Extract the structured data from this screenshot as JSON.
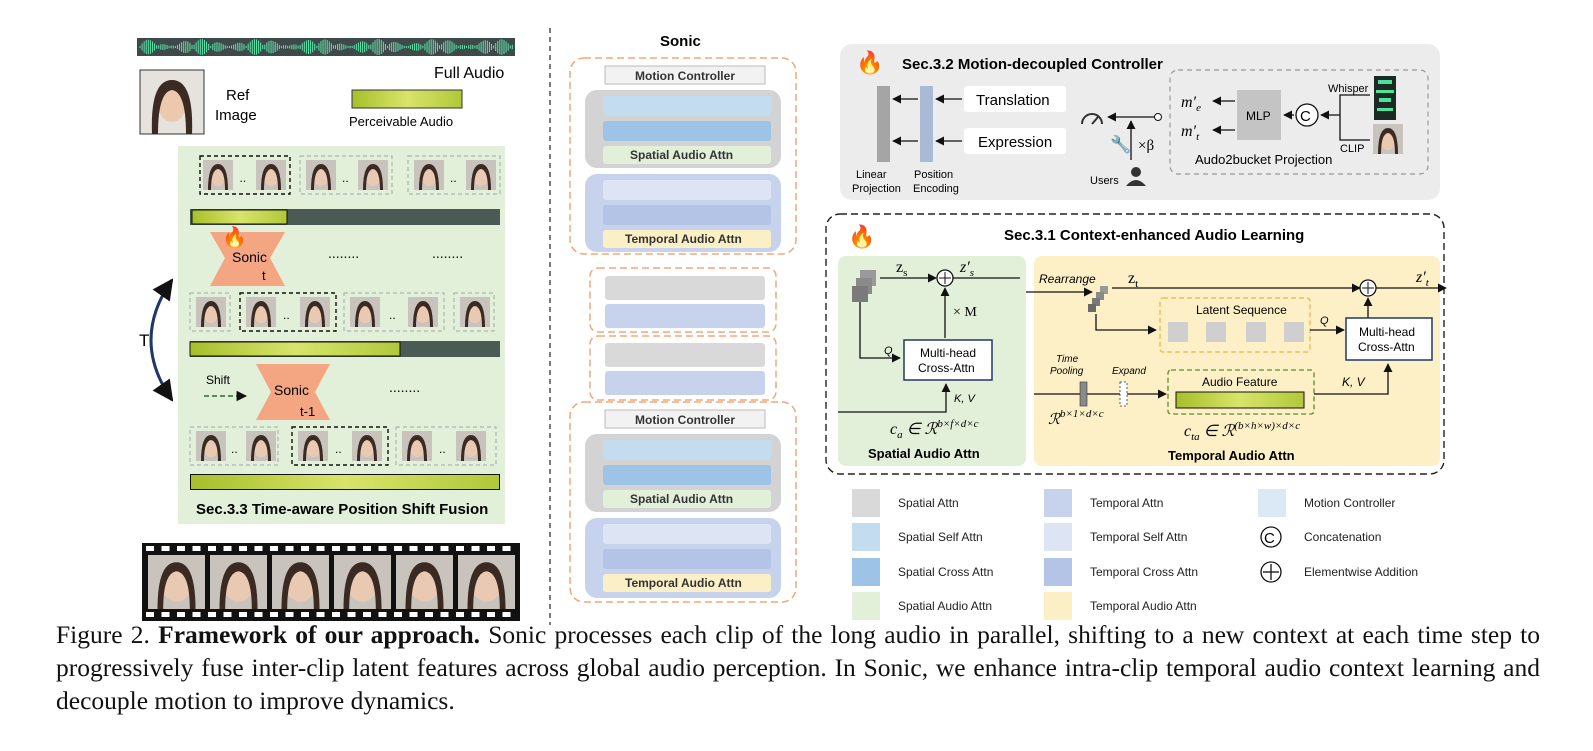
{
  "figure": {
    "left_panel": {
      "full_audio": "Full Audio",
      "ref_image_line1": "Ref",
      "ref_image_line2": "Image",
      "perceivable_audio": "Perceivable Audio",
      "sonic_t_name": "Sonic",
      "sonic_t_step": "t",
      "sonic_t1_name": "Sonic",
      "sonic_t1_step": "t-1",
      "dots": "........",
      "pair_dots": "..",
      "loop_label": "T",
      "shift_label": "Shift",
      "section_title": "Sec.3.3 Time-aware Position Shift Fusion"
    },
    "middle_panel": {
      "title": "Sonic",
      "motion_controller_1": "Motion Controller",
      "spatial_audio_attn_1": "Spatial Audio Attn",
      "temporal_audio_attn_1": "Temporal Audio Attn",
      "motion_controller_2": "Motion Controller",
      "spatial_audio_attn_2": "Spatial Audio Attn",
      "temporal_audio_attn_2": "Temporal Audio Attn"
    },
    "motion_section": {
      "title": "Sec.3.2 Motion-decoupled Controller",
      "translation": "Translation",
      "expression": "Expression",
      "linear_line1": "Linear",
      "linear_line2": "Projection",
      "position_line1": "Position",
      "position_line2": "Encoding",
      "users": "Users",
      "beta": "×β",
      "me": "m′",
      "me_sub": "e",
      "mt": "m′",
      "mt_sub": "t",
      "mlp": "MLP",
      "concat_symbol": "C",
      "whisper": "Whisper",
      "clip": "CLIP",
      "projection_label": "Audo2bucket Projection"
    },
    "context_section": {
      "title": "Sec.3.1 Context-enhanced Audio Learning",
      "zs": "z",
      "zs_sub": "s",
      "zs_prime": "z′",
      "zs_prime_sub": "s",
      "times_m": "× M",
      "q1": "Q",
      "kv1": "K, V",
      "mhca1_line1": "Multi-head",
      "mhca1_line2": "Cross-Attn",
      "ca_main": "c",
      "ca_sub": "a",
      "ca_rest": " ∈ ℛ",
      "ca_sup": "b×f×d×c",
      "spatial_title": "Spatial Audio Attn",
      "rearrange": "Rearrange",
      "zt": "z",
      "zt_sub": "t",
      "zt_prime": "z′",
      "zt_prime_sub": "t",
      "latent_sequence": "Latent Sequence",
      "q2": "Q",
      "mhca2_line1": "Multi-head",
      "mhca2_line2": "Cross-Attn",
      "time_pooling_line1": "Time",
      "time_pooling_line2": "Pooling",
      "expand": "Expand",
      "pool_shape_main": "ℛ",
      "pool_shape_sup": "b×1×d×c",
      "audio_feature": "Audio Feature",
      "kv2": "K, V",
      "cta_main": "c",
      "cta_sub": "ta",
      "cta_rest": " ∈ ℛ",
      "cta_sup": "(b×h×w)×d×c",
      "temporal_title": "Temporal Audio Attn"
    },
    "legend": [
      {
        "label": "Spatial Attn",
        "color": "#d9d9d9"
      },
      {
        "label": "Spatial Self Attn",
        "color": "#c3dcf0"
      },
      {
        "label": "Spatial Cross Attn",
        "color": "#9dc3e6"
      },
      {
        "label": "Spatial Audio Attn",
        "color": "#e2efd9"
      },
      {
        "label": "Temporal Attn",
        "color": "#c7d3ec"
      },
      {
        "label": "Temporal Self Attn",
        "color": "#dde4f4"
      },
      {
        "label": "Temporal Cross Attn",
        "color": "#b4c4e6"
      },
      {
        "label": "Temporal Audio Attn",
        "color": "#fbefc6"
      },
      {
        "label": "Motion Controller",
        "color": "#dbe9f6"
      },
      {
        "label": "Concatenation",
        "symbol": "C"
      },
      {
        "label": "Elementwise Addition",
        "symbol": "+"
      }
    ]
  },
  "caption": {
    "prefix": "Figure 2.",
    "bold": "Framework of our approach.",
    "text": "Sonic processes each clip of the long audio in parallel, shifting to a new context at each time step to progressively fuse inter-clip latent features across global audio perception. In Sonic, we enhance intra-clip temporal audio context learning and decouple motion to improve dynamics."
  },
  "colors": {
    "green_panel": "#e2efd9",
    "yellow_panel": "#fdf0c6",
    "gray_panel": "#ececec",
    "orange": "#f4a582",
    "dashed_orange": "#f0a878",
    "audio_green": "#5fe3a8",
    "audio_yellow": "#c7d94a",
    "navy": "#1f3864"
  }
}
